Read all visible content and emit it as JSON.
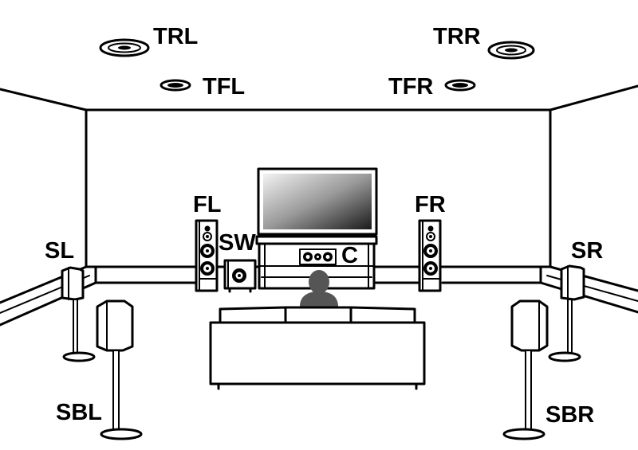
{
  "labels": {
    "trl": "TRL",
    "trr": "TRR",
    "tfl": "TFL",
    "tfr": "TFR",
    "fl": "FL",
    "fr": "FR",
    "sw": "SW",
    "c": "C",
    "sl": "SL",
    "sr": "SR",
    "sbl": "SBL",
    "sbr": "SBR"
  },
  "colors": {
    "line": "#000000",
    "background": "#ffffff",
    "person": "#555555"
  }
}
